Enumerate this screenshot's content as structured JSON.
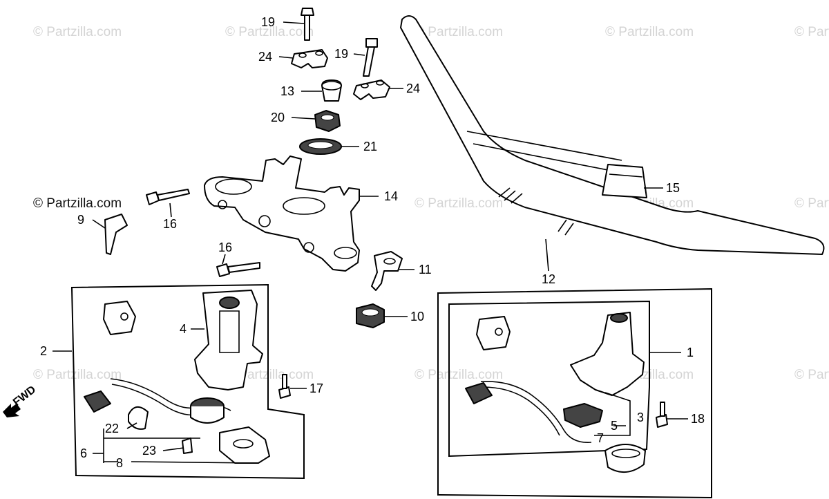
{
  "watermark": "© Partzilla.com",
  "direction_label": "FWD",
  "callouts": {
    "c1": "1",
    "c2": "2",
    "c3": "3",
    "c4": "4",
    "c5": "5",
    "c6": "6",
    "c7": "7",
    "c8": "8",
    "c9": "9",
    "c10": "10",
    "c11": "11",
    "c12": "12",
    "c13": "13",
    "c14": "14",
    "c15": "15",
    "c16a": "16",
    "c16b": "16",
    "c17": "17",
    "c18": "18",
    "c19a": "19",
    "c19b": "19",
    "c20": "20",
    "c21": "21",
    "c22": "22",
    "c23": "23",
    "c24a": "24",
    "c24b": "24"
  }
}
